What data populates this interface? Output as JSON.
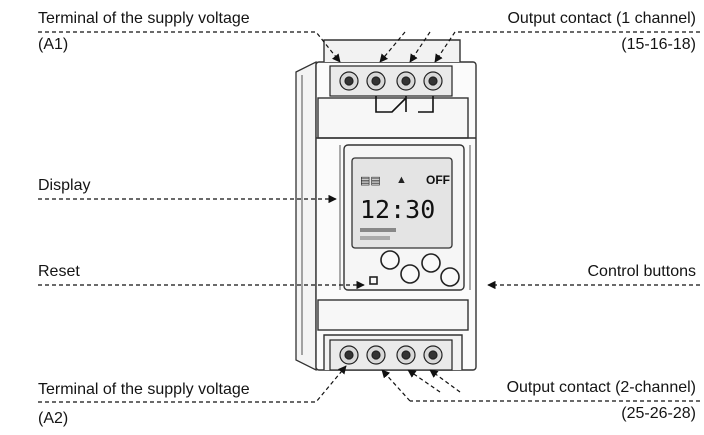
{
  "labels": {
    "top_left_line1": "Terminal of the supply voltage",
    "top_left_line2": "(A1)",
    "top_right_line1": "Output contact (1 channel)",
    "top_right_line2": "(15-16-18)",
    "display": "Display",
    "reset": "Reset",
    "control_buttons": "Control buttons",
    "bottom_left_line1": "Terminal of the supply voltage",
    "bottom_left_line2": "(A2)",
    "bottom_right_line1": "Output contact (2-channel)",
    "bottom_right_line2": "(25-26-28)"
  },
  "device_screen": {
    "time": "12:30",
    "status": "OFF"
  }
}
